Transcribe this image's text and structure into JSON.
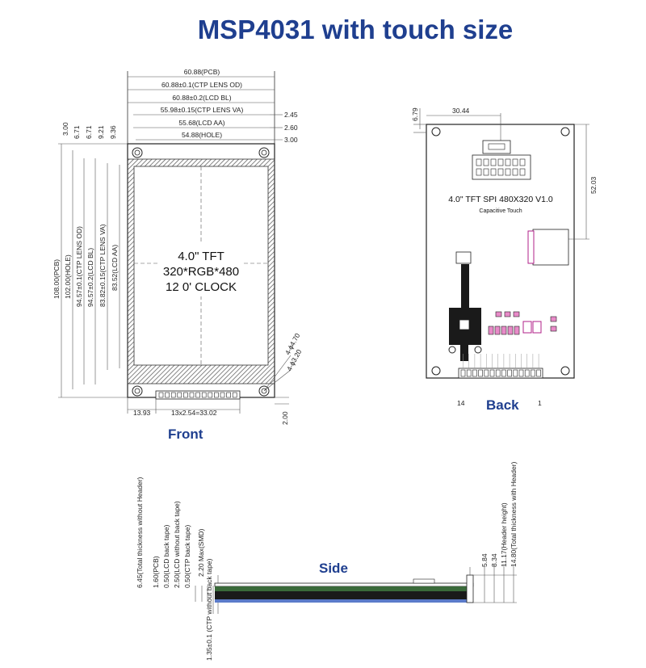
{
  "title": "MSP4031 with touch size",
  "labels": {
    "front": "Front",
    "back": "Back",
    "side": "Side"
  },
  "front": {
    "top_dims": [
      "60.88(PCB)",
      "60.88±0.1(CTP LENS OD)",
      "60.88±0.2(LCD BL)",
      "55.98±0.15(CTP LENS VA)",
      "55.68(LCD AA)",
      "54.88(HOLE)"
    ],
    "right_offsets": [
      "2.45",
      "2.60",
      "3.00"
    ],
    "left_offsets": [
      "3.00",
      "6.71",
      "6.71",
      "9.21",
      "9.36"
    ],
    "left_dims": [
      "108.00(PCB)",
      "102.00(HOLE)",
      "94.57±0.1(CTP LENS OD)",
      "94.57±0.2(LCD BL)",
      "83.82±0.15(CTP LENS VA)",
      "83.52(LCD AA)"
    ],
    "screen_lines": [
      "4.0\" TFT",
      "320*RGB*480",
      "12 0' CLOCK"
    ],
    "bottom_dims": [
      "13.93",
      "13x2.54=33.02"
    ],
    "bottom_right": "2.00",
    "hole_dims": [
      "4-ϕ4.70",
      "4-ϕ3.20"
    ]
  },
  "back": {
    "top_dim": "30.44",
    "left_dim": "6.79",
    "right_dim": "52.03",
    "board_title": "4.0\" TFT SPI 480X320 V1.0",
    "board_sub": "Capacitive Touch",
    "pin_left": "14",
    "pin_right": "1"
  },
  "side": {
    "left_dims": [
      "6.45(Total thickness without Header)",
      "1.60(PCB)",
      "0.50(LCD back tape)",
      "2.50(LCD without back tape)",
      "0.50(CTP back tape)",
      "2.20 Max(SMD)"
    ],
    "bottom_dim": "1.35±0.1 (CTP without back tape)",
    "right_dims": [
      "5.84",
      "8.34",
      "11.17(Header height)",
      "14.80(Total thickness with Header)"
    ]
  },
  "colors": {
    "title": "#1f3f8f",
    "lcd_border": "#555555",
    "flex": "#1a1a1a",
    "ctp_blue": "#5b7bc9",
    "pcb_green": "#3a6a3a"
  }
}
